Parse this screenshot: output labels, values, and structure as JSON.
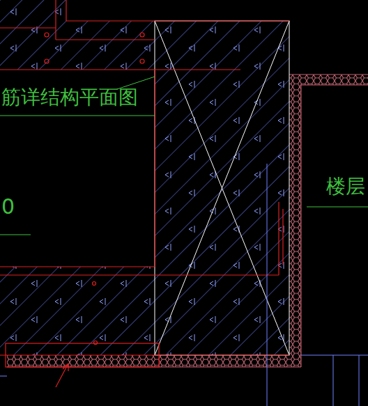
{
  "diagram": {
    "labels": [
      "筋详结构平面图",
      "楼层",
      "0"
    ]
  }
}
